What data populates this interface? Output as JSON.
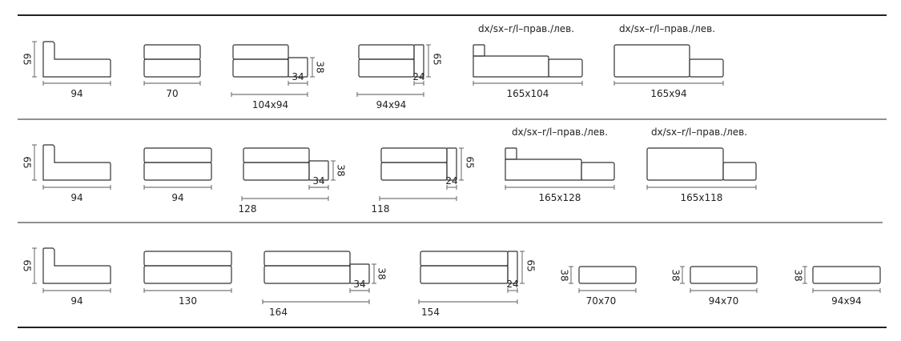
{
  "diagram": {
    "line_color": "#333333",
    "rows": [
      {
        "modules": [
          {
            "kind": "chaise",
            "h_label": "65",
            "w_label": "94"
          },
          {
            "kind": "sofa",
            "w_label": "70"
          },
          {
            "kind": "sofa_pouf",
            "pouf_label": "34",
            "pouf_h_label": "38",
            "w_label": "104x94"
          },
          {
            "kind": "sofa_arm",
            "arm_label": "24",
            "arm_h_label": "65",
            "w_label": "94x94"
          },
          {
            "kind": "corner_tall",
            "caption": "dx/sx–r/l–прав./лев.",
            "w_label": "165x104"
          },
          {
            "kind": "corner_flat",
            "caption": "dx/sx–r/l–прав./лев.",
            "w_label": "165x94"
          }
        ]
      },
      {
        "modules": [
          {
            "kind": "chaise",
            "h_label": "65",
            "w_label": "94"
          },
          {
            "kind": "sofa",
            "w_label": "94"
          },
          {
            "kind": "sofa_pouf",
            "pouf_label": "34",
            "pouf_h_label": "38",
            "w_label": "128"
          },
          {
            "kind": "sofa_arm",
            "arm_label": "24",
            "arm_h_label": "65",
            "w_label": "118"
          },
          {
            "kind": "corner_tall",
            "caption": "dx/sx–r/l–прав./лев.",
            "w_label": "165x128"
          },
          {
            "kind": "corner_flat",
            "caption": "dx/sx–r/l–прав./лев.",
            "w_label": "165x118"
          }
        ]
      },
      {
        "modules": [
          {
            "kind": "chaise",
            "h_label": "65",
            "w_label": "94"
          },
          {
            "kind": "sofa",
            "w_label": "130"
          },
          {
            "kind": "sofa_pouf",
            "pouf_label": "34",
            "pouf_h_label": "38",
            "w_label": "164"
          },
          {
            "kind": "sofa_arm",
            "arm_label": "24",
            "arm_h_label": "65",
            "w_label": "154"
          },
          {
            "kind": "pouf",
            "h_label": "38",
            "w_label": "70x70"
          },
          {
            "kind": "pouf",
            "h_label": "38",
            "w_label": "94x70"
          },
          {
            "kind": "pouf",
            "h_label": "38",
            "w_label": "94x94"
          }
        ]
      }
    ]
  }
}
